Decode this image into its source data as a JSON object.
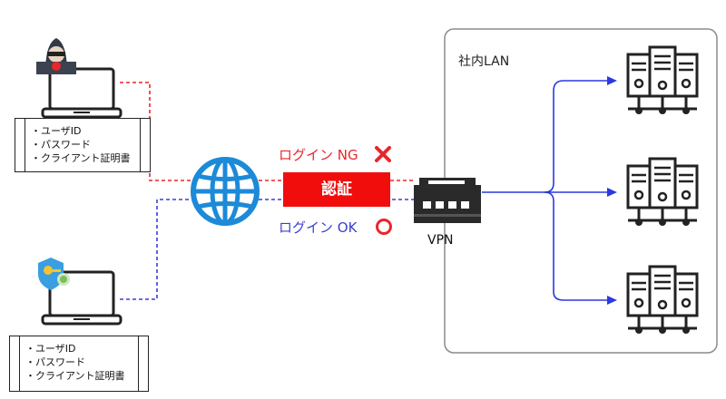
{
  "lan": {
    "label": "社内LAN"
  },
  "attacker": {
    "credentials": [
      "・ユーザID",
      "・パスワード",
      "・クライアント証明書"
    ]
  },
  "user": {
    "credentials": [
      "・ユーザID",
      "・パスワード",
      "・クライアント証明書"
    ]
  },
  "auth": {
    "label": "認証",
    "ng_text": "ログイン NG",
    "ok_text": "ログイン OK"
  },
  "vpn": {
    "label": "VPN"
  },
  "colors": {
    "red_path": "#e8262b",
    "blue_path": "#3b3fd0",
    "globe": "#1c8ad8",
    "auth_bg": "#f20d0d",
    "lan_arrow": "#2a39e0",
    "lan_border": "#8c8c8c"
  },
  "icons": [
    "attacker-icon",
    "shield-key-icon",
    "laptop-icon",
    "globe-icon",
    "switch-icon",
    "server-icon",
    "cross-icon",
    "circle-icon"
  ]
}
